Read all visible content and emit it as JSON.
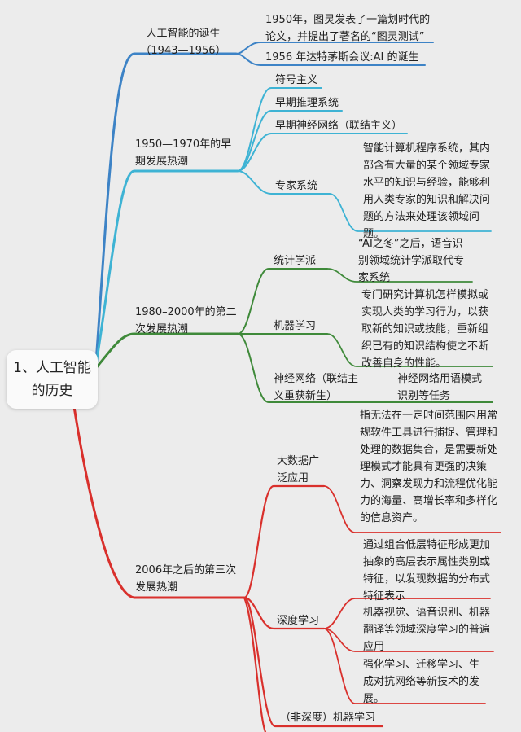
{
  "root": "1、人工智能的历史",
  "colors": {
    "blue": "#3d83c6",
    "cyan": "#3eb3d4",
    "green": "#3f8a3a",
    "red": "#d9302c"
  },
  "branches": {
    "b1": {
      "title": "人工智能的诞生\n（1943—1956）",
      "items": [
        "1950年，图灵发表了一篇划时代的论文，并提出了著名的“图灵测试”",
        "1956 年达特茅斯会议:AI 的诞生"
      ]
    },
    "b2": {
      "title": "1950—1970年的早期发展热潮",
      "items": [
        "符号主义",
        "早期推理系统",
        "早期神经网络（联结主义）",
        "专家系统"
      ],
      "expert_desc": "智能计算机程序系统，其内部含有大量的某个领域专家水平的知识与经验，能够利用人类专家的知识和解决问题的方法来处理该领域问题。"
    },
    "b3": {
      "title": "1980–2000年的第二次发展热潮",
      "items": [
        "统计学派",
        "机器学习",
        "神经网络（联结主义重获新生）"
      ],
      "descs": [
        "“AI之冬”之后，语音识别领域统计学派取代专家系统",
        "专门研究计算机怎样模拟或实现人类的学习行为，以获取新的知识或技能，重新组织已有的知识结构使之不断改善自身的性能。",
        "神经网络用语模式识别等任务"
      ]
    },
    "b4": {
      "title": "2006年之后的第三次发展热潮",
      "items": [
        "大数据广泛应用",
        "深度学习",
        "（非深度）机器学习"
      ],
      "bigdata_desc": "指无法在一定时间范围内用常规软件工具进行捕捉、管理和处理的数据集合，是需要新处理模式才能具有更强的决策力、洞察发现力和流程优化能力的海量、高增长率和多样化的信息资产。",
      "dl_descs": [
        "通过组合低层特征形成更加抽象的高层表示属性类别或特征，以发现数据的分布式特征表示",
        "机器视觉、语音识别、机器翻译等领域深度学习的普遍应用",
        "强化学习、迁移学习、生成对抗网络等新技术的发展。"
      ]
    }
  }
}
